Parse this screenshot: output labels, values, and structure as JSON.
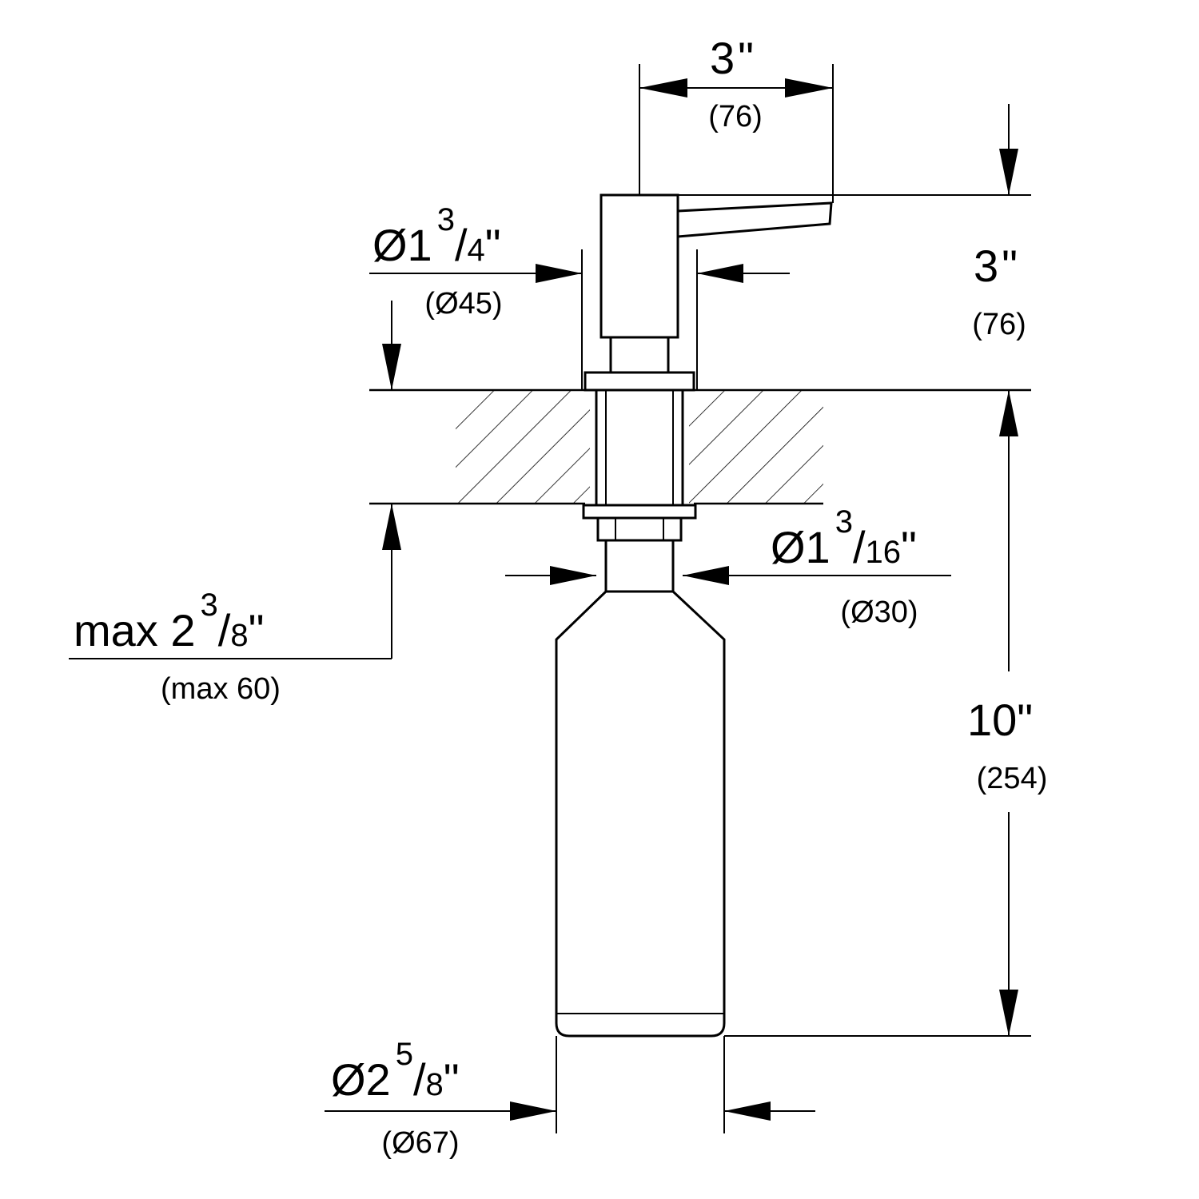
{
  "colors": {
    "stroke": "#000000",
    "background": "#ffffff"
  },
  "dims": {
    "spout_length": {
      "whole": "3",
      "unit": "\"",
      "mm": "(76)"
    },
    "head_height": {
      "whole": "3",
      "unit": "\"",
      "mm": "(76)"
    },
    "head_diameter": {
      "prefix": "Ø1",
      "num": "3",
      "den": "4",
      "unit": "\"",
      "mm": "(Ø45)"
    },
    "shank_diameter": {
      "prefix": "Ø1",
      "num": "3",
      "den": "16",
      "unit": "\"",
      "mm": "(Ø30)"
    },
    "max_thickness": {
      "prefix": "max 2",
      "num": "3",
      "den": "8",
      "unit": "\"",
      "mm": "(max 60)"
    },
    "below_length": {
      "whole": "10",
      "unit": "\"",
      "mm": "(254)"
    },
    "bottle_diameter": {
      "prefix": "Ø2",
      "num": "5",
      "den": "8",
      "unit": "\"",
      "mm": "(Ø67)"
    }
  }
}
